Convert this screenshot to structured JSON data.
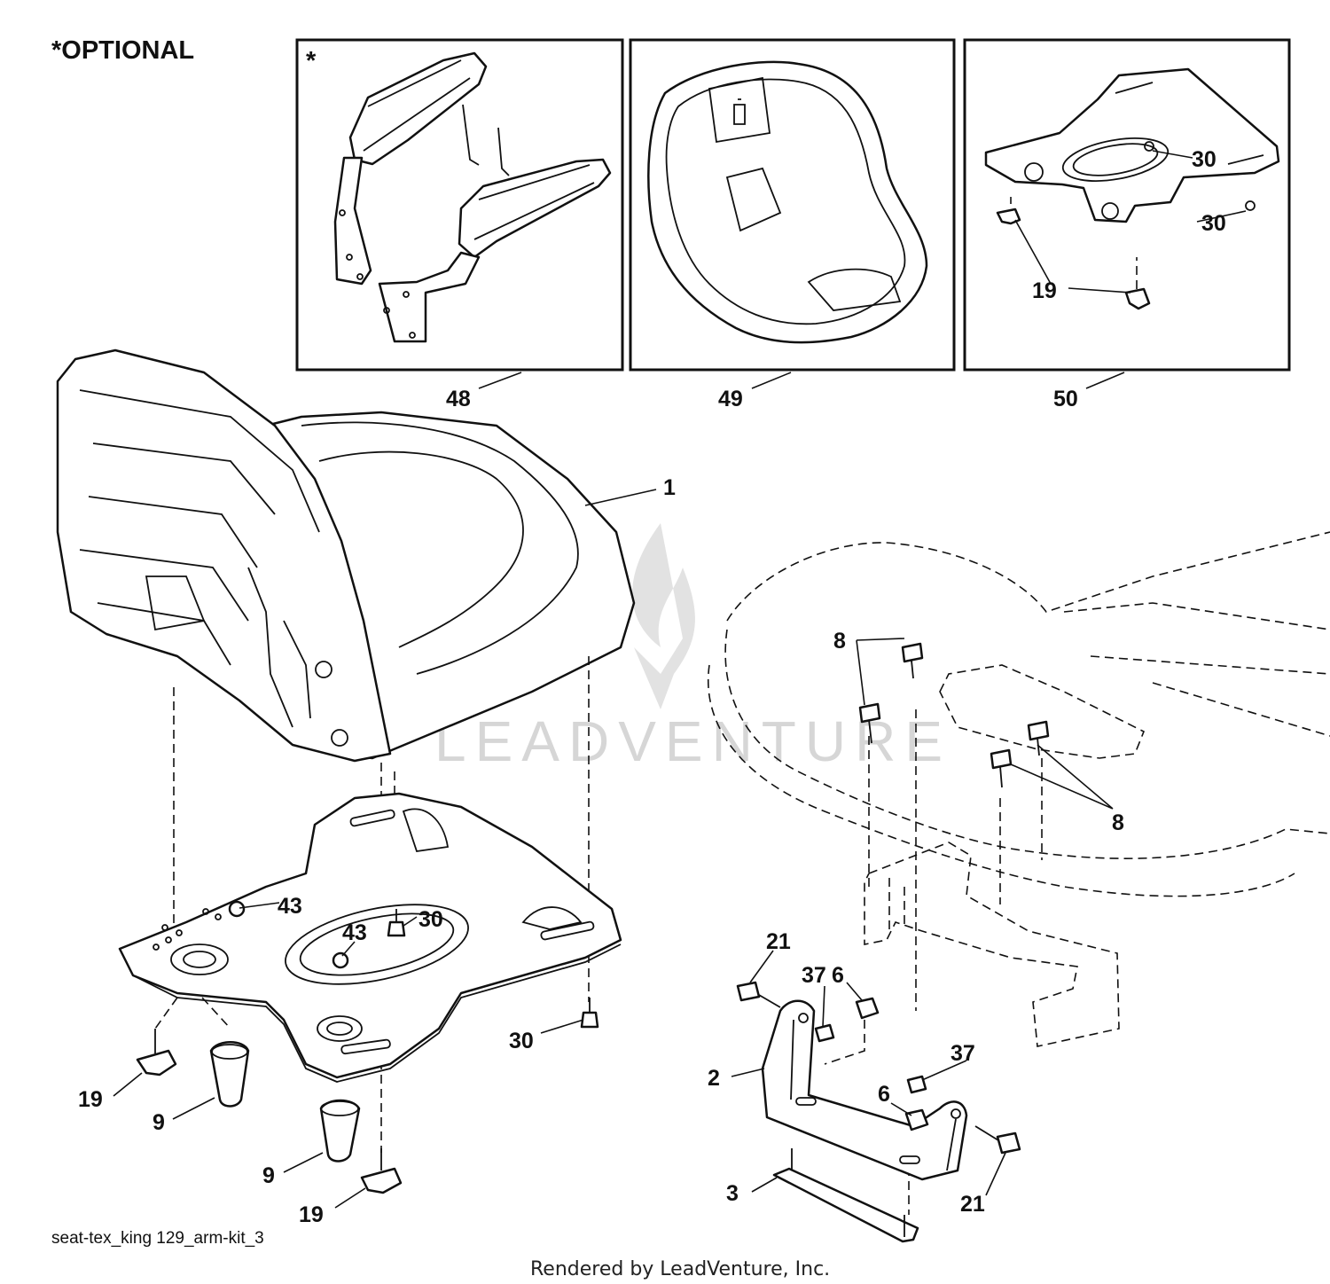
{
  "header": {
    "optional_note": "*OPTIONAL"
  },
  "insets": {
    "optional_marker": "*"
  },
  "callouts": {
    "c1": "1",
    "c2": "2",
    "c3": "3",
    "c6a": "6",
    "c6b": "6",
    "c8a": "8",
    "c8b": "8",
    "c9a": "9",
    "c9b": "9",
    "c19a": "19",
    "c19b": "19",
    "c19c": "19",
    "c21a": "21",
    "c21b": "21",
    "c30a": "30",
    "c30b": "30",
    "c30c": "30",
    "c30d": "30",
    "c37a": "37",
    "c37b": "37",
    "c43a": "43",
    "c43b": "43",
    "c48": "48",
    "c49": "49",
    "c50": "50"
  },
  "footer": {
    "diagram_id": "seat-tex_king 129_arm-kit_3",
    "credit": "Rendered by LeadVenture, Inc."
  },
  "watermark": {
    "text": "LEADVENTURE"
  }
}
